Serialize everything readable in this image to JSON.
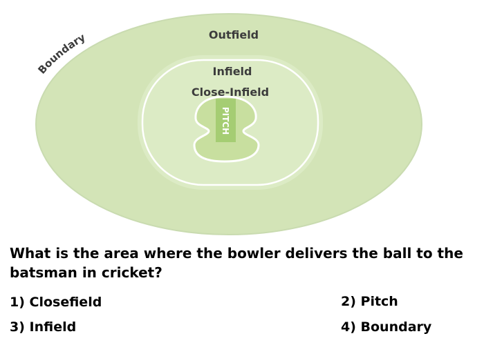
{
  "diagram": {
    "labels": {
      "boundary": "Boundary",
      "outfield": "Outfield",
      "infield": "Infield",
      "close_infield": "Close-Infield",
      "pitch": "PITCH"
    },
    "colors": {
      "outfield": "#d3e4b7",
      "outfield_edge": "#c9dbb0",
      "infield": "#dcebc5",
      "close_infield": "#c8df9f",
      "pitch": "#a5cd73",
      "boundary_line": "#ffffff"
    }
  },
  "question": {
    "text": "What is the area where the bowler delivers the ball to the batsman in cricket?",
    "options": [
      "1) Closefield",
      "2) Pitch",
      "3) Infield",
      "4) Boundary"
    ]
  }
}
